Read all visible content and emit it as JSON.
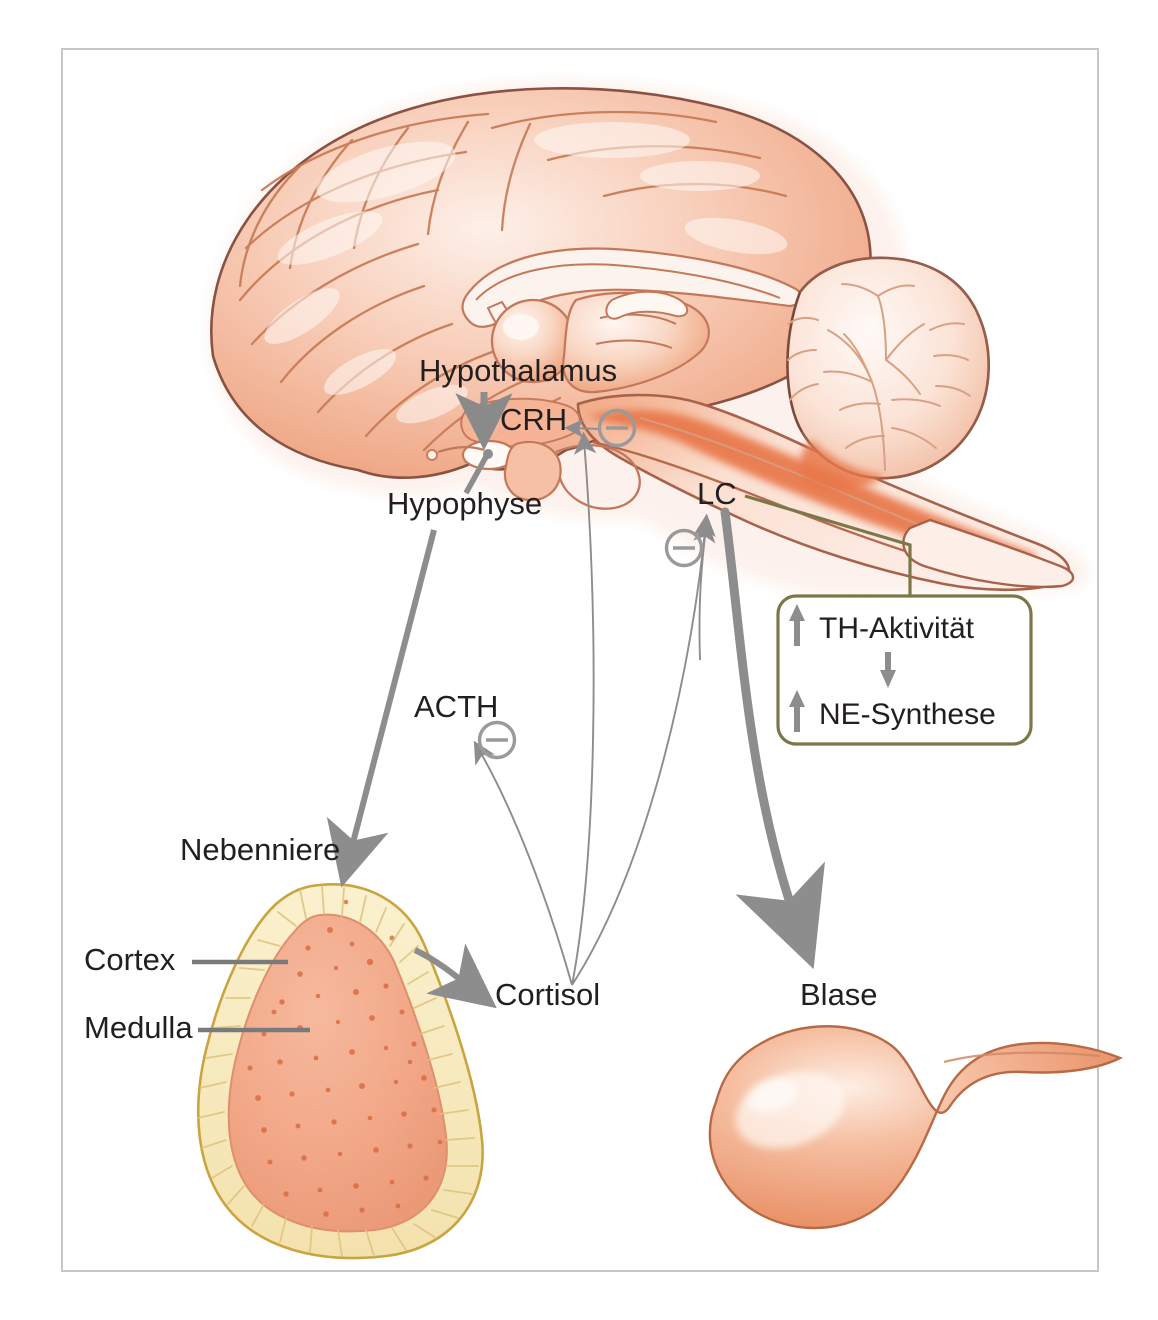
{
  "figure": {
    "title": "HPA-Achse und Locus-coeruleus-Noradrenalin-System",
    "language": "de",
    "frame_color": "#c6c6c6",
    "background": "#ffffff"
  },
  "palette": {
    "tissue_light": "#fbded2",
    "tissue_mid": "#f4b79b",
    "tissue_deep": "#e8774a",
    "outline_brown": "#8a5243",
    "cortex_yellow": "#f6e7b8",
    "cortex_outline": "#c9a councils",
    "arrow_gray": "#868686",
    "thin_line": "#6f6f6f",
    "box_olive": "#7c7749",
    "text": "#231f20"
  },
  "labels": {
    "hypothalamus": "Hypothalamus",
    "crh": "CRH",
    "hypophyse": "Hypophyse",
    "lc": "LC",
    "acth": "ACTH",
    "nebenniere": "Nebenniere",
    "cortex": "Cortex",
    "medulla": "Medulla",
    "cortisol": "Cortisol",
    "blase": "Blase"
  },
  "callout_box": {
    "line1": "TH-Aktivität",
    "line2": "NE-Synthese",
    "line1_arrow": "up-arrow",
    "line2_arrow": "up-arrow",
    "between_arrow": "down-arrow",
    "border_color": "#7c7749"
  },
  "inhibition_markers": [
    {
      "id": "minus-crh",
      "symbol": "⊖",
      "target": "CRH"
    },
    {
      "id": "minus-lc",
      "symbol": "⊖",
      "target": "LC"
    },
    {
      "id": "minus-acth",
      "symbol": "⊖",
      "target": "ACTH"
    }
  ],
  "icons": {
    "minus_circle": "minus-circle-icon",
    "up_arrow": "up-arrow-icon",
    "down_arrow": "down-arrow-icon"
  },
  "anatomy": {
    "brain": "sagittal-brain-illustration",
    "cerebellum": "cerebellum-illustration",
    "brainstem": "brainstem-illustration",
    "adrenal_gland": "adrenal-gland-cross-section",
    "bladder": "bladder-illustration"
  },
  "flows": [
    {
      "from": "Hypothalamus",
      "to": "CRH",
      "type": "stimulate"
    },
    {
      "from": "Hypophyse",
      "to": "Nebenniere",
      "via": "ACTH",
      "type": "stimulate"
    },
    {
      "from": "Nebenniere",
      "to": "Cortisol",
      "type": "secrete"
    },
    {
      "from": "Cortisol",
      "to": "CRH",
      "type": "inhibit"
    },
    {
      "from": "Cortisol",
      "to": "ACTH",
      "type": "inhibit"
    },
    {
      "from": "Cortisol",
      "to": "LC",
      "type": "inhibit"
    },
    {
      "from": "LC",
      "to": "Blase",
      "type": "stimulate"
    },
    {
      "from": "LC",
      "to": "TH-Aktivität / NE-Synthese",
      "type": "callout"
    }
  ]
}
